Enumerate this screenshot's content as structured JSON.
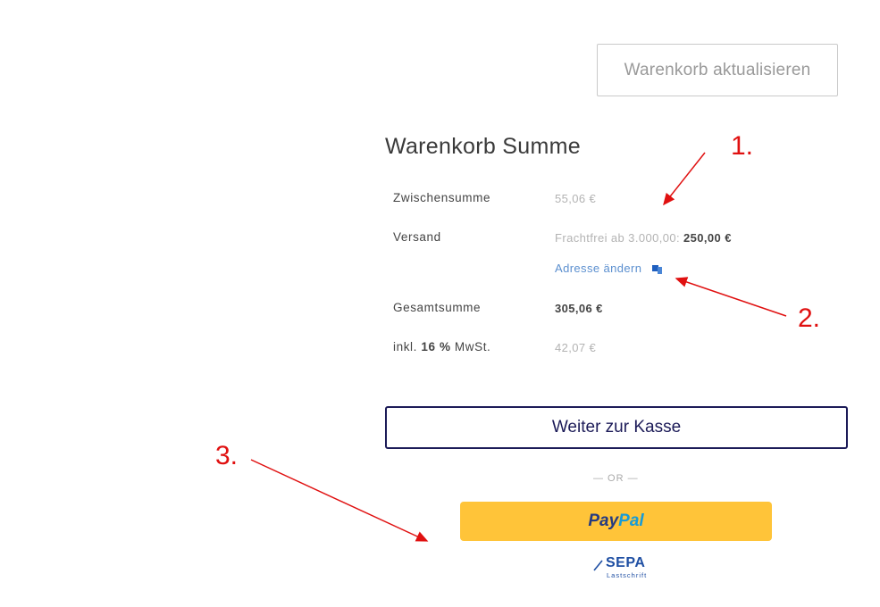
{
  "update_cart_button": "Warenkorb aktualisieren",
  "cart_totals": {
    "title": "Warenkorb Summe",
    "subtotal_label": "Zwischensumme",
    "subtotal_value": "55,06 €",
    "shipping_label": "Versand",
    "shipping_value_prefix": "Frachtfrei ab 3.000,00:",
    "shipping_value_amount": "250,00 €",
    "change_address_link": "Adresse ändern",
    "total_label": "Gesamtsumme",
    "total_value": "305,06 €",
    "tax_label_prefix": "inkl.",
    "tax_label_rate": "16 %",
    "tax_label_suffix": "MwSt.",
    "tax_value": "42,07 €"
  },
  "checkout_button": "Weiter zur Kasse",
  "or_separator": "— OR —",
  "paypal": {
    "part1": "Pay",
    "part2": "Pal"
  },
  "sepa": {
    "word": "SEPA",
    "sub": "Lastschrift"
  },
  "annotations": {
    "one": "1.",
    "two": "2.",
    "three": "3."
  },
  "colors": {
    "annotation": "#e01010",
    "checkout_border": "#1c1b58",
    "paypal_bg": "#ffc439",
    "link": "#5b8fcf"
  }
}
